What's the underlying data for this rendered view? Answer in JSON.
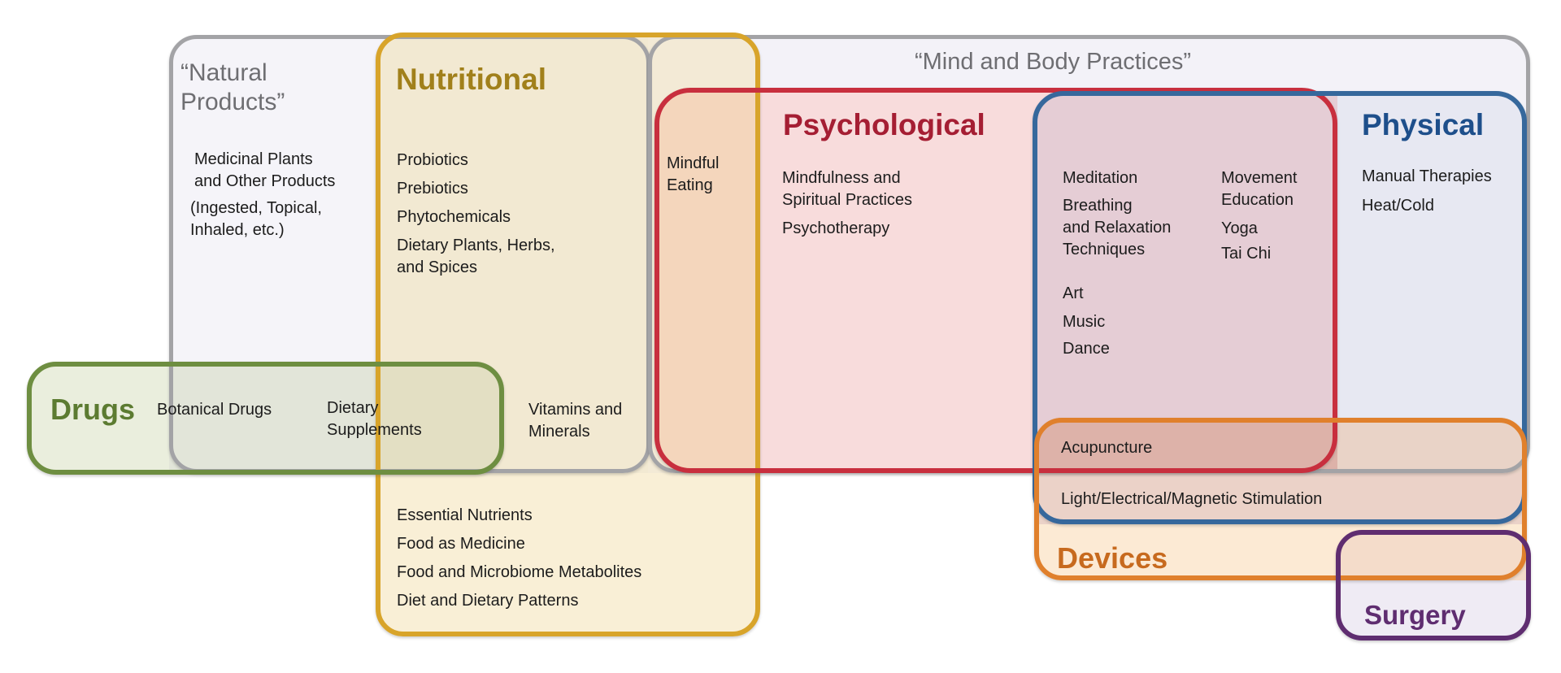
{
  "figure": {
    "description": "Venn diagram of complementary health approach categories"
  },
  "palette": {
    "background": "#ffffff",
    "gray_border": "#a3a3a6",
    "gray_text": "#6e6e72",
    "gold_border": "#d8a42a",
    "gold_text": "#a1801b",
    "red_border": "#c82f3e",
    "red_text": "#a51e33",
    "blue_border": "#36689c",
    "blue_text": "#1e4f8b",
    "green_border": "#6e8e41",
    "green_text": "#5c7b31",
    "orange_border": "#e0802c",
    "orange_text": "#c76a1e",
    "purple_border": "#5f2d70",
    "purple_text": "#5f2d70",
    "body_text": "#1c1c1c"
  },
  "fills": {
    "natural": "#f5f4f9",
    "mind_body": "#f3f2f8",
    "nutritional": "#f9efd6",
    "natural_nutritional": "#f2e9d2",
    "nutritional_mind_body": "#f3ead6",
    "mindful_eating": "#f4d6bc",
    "psychological": "#f8dcdc",
    "psych_physical": "#e5cdd5",
    "physical": "#e7e8f2",
    "drugs": "#eaeedd",
    "drugs_natural": "#e2e5d9",
    "drugs_natural_nutritional": "#e3dfc3",
    "devices": "#fcead4",
    "devices_physical_band": "#e9d3c7",
    "acupuncture_region": "#ddb2a9",
    "devices_physical": "#ebd2c8",
    "surgery": "#efebf4",
    "surgery_devices": "#f4dcca"
  },
  "regions": {
    "natural": {
      "title": "“Natural\nProducts”",
      "items": [
        "Medicinal Plants\nand Other Products",
        "(Ingested, Topical,\nInhaled, etc.)"
      ]
    },
    "nutritional": {
      "title": "Nutritional",
      "items": [
        "Probiotics",
        "Prebiotics",
        "Phytochemicals",
        "Dietary Plants, Herbs,\nand Spices"
      ],
      "bottom_items": [
        "Essential Nutrients",
        "Food as Medicine",
        "Food and Microbiome Metabolites",
        "Diet and Dietary Patterns"
      ],
      "overlap_mind_body_psych": "Mindful\nEating",
      "overlap_natural": "Vitamins and\nMinerals"
    },
    "mind_body": {
      "title": "“Mind and Body Practices”"
    },
    "psychological": {
      "title": "Psychological",
      "items": [
        "Mindfulness and\nSpiritual Practices",
        "Psychotherapy"
      ]
    },
    "psych_physical_overlap": {
      "column1": [
        "Meditation",
        "Breathing\nand Relaxation\nTechniques",
        "Art",
        "Music",
        "Dance"
      ],
      "column2": [
        "Movement\nEducation",
        "Yoga",
        "Tai Chi"
      ]
    },
    "physical": {
      "title": "Physical",
      "items": [
        "Manual Therapies",
        "Heat/Cold"
      ]
    },
    "drugs": {
      "title": "Drugs",
      "overlap_natural": "Botanical Drugs",
      "overlap_natural_nutritional": "Dietary\nSupplements"
    },
    "devices": {
      "title": "Devices",
      "overlap_psych_physical": "Acupuncture",
      "overlap_physical": "Light/Electrical/Magnetic Stimulation"
    },
    "surgery": {
      "title": "Surgery"
    }
  }
}
